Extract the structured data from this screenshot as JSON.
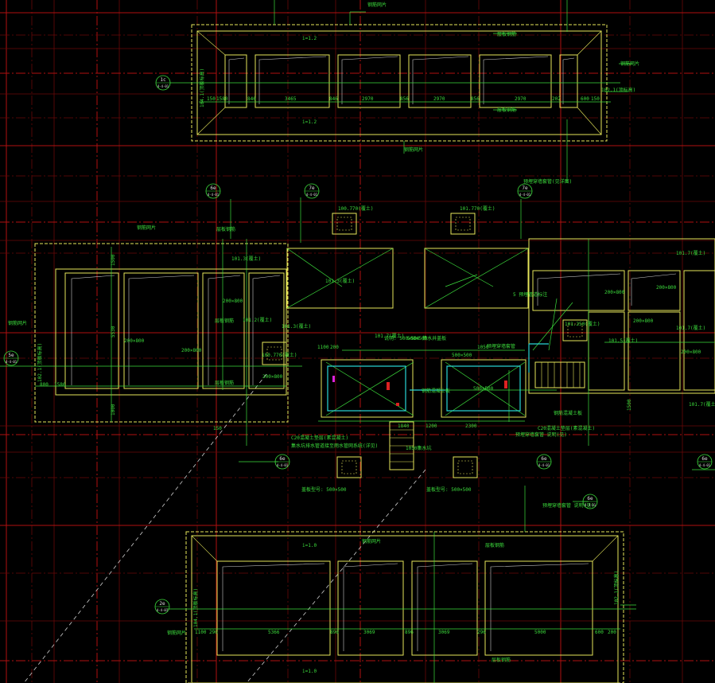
{
  "colors": {
    "background": "#000000",
    "grid_red": "#b01010",
    "grid_dark": "#6a0808",
    "outline_yellow": "#e6e65a",
    "dim_green": "#3cdc3c",
    "annotation_cyan": "#28d7d7",
    "white": "#e0e0e0",
    "magenta": "#dd22dd"
  },
  "sections": {
    "top": {
      "section_markers": [
        {
          "num": "1c",
          "ref": "4-4-01"
        }
      ],
      "dimensions": [
        "150",
        "1580",
        "846",
        "3465",
        "846",
        "2970",
        "856",
        "2970",
        "856",
        "2970",
        "202",
        "600",
        "150"
      ],
      "elevation_left": "104.1(顶板标高)",
      "elevation_right": "102.1(顶标高)",
      "labels": [
        "钢筋网片",
        "层板钢筋",
        "层板钢筋",
        "钢筋网片",
        "钢筋网片",
        "i=1.2",
        "i=1.2"
      ]
    },
    "middle": {
      "section_markers": [
        {
          "num": "6e",
          "ref": "4-4-01"
        },
        {
          "num": "7e",
          "ref": "4-4-01"
        },
        {
          "num": "7e",
          "ref": "4-4-01"
        },
        {
          "num": "5e",
          "ref": "4-4-01"
        },
        {
          "num": "6e",
          "ref": "4-4-01"
        },
        {
          "num": "6e",
          "ref": "4-4-01"
        },
        {
          "num": "6e",
          "ref": "4-4-01"
        }
      ],
      "elevations": [
        "100.770(覆土)",
        "101.770(覆土)",
        "101.3(覆土)",
        "101.3(覆土)",
        "101.2(覆土)",
        "101.3(覆土)",
        "101.7(覆土)",
        "100.770(覆土)",
        "101.250(覆土)",
        "101.7(覆土)",
        "101.5(覆土)",
        "101.7(覆土)",
        "102.1(顶板标高)",
        "101.7(覆土)"
      ],
      "sizes": [
        "200×800",
        "200×800",
        "200×800",
        "200×800",
        "200×800",
        "200×800",
        "200×800",
        "200×800",
        "500×500",
        "500×500",
        "500×500"
      ],
      "dimensions": [
        "5530",
        "800",
        "1586",
        "1500",
        "1000",
        "1200",
        "1840",
        "2300",
        "1050",
        "1100",
        "200",
        "1500",
        "150"
      ],
      "labels": [
        "钢筋网片",
        "层板钢筋",
        "钢筋网片",
        "层板钢筋",
        "层板钢筋",
        "C20混凝土垫层(素混凝土)",
        "C20混凝土垫层(素混凝土)",
        "钢筋混凝土板",
        "钢筋混凝土板",
        "预埋穿墙套管",
        "1050集水坑"
      ],
      "notes": [
        "集水坑排水管道接至雨水管网系统(详见)",
        "说明: 500×500 集水井盖板",
        "预埋穿墙套管 说明(见)",
        "盖板型号: 500×500",
        "预埋穿墙套管(见详图)",
        "5 预埋管道标注"
      ]
    },
    "bottom": {
      "section_markers": [
        {
          "num": "2e",
          "ref": "4-4-01"
        },
        {
          "num": "6e",
          "ref": "4-4-01"
        }
      ],
      "dimensions": [
        "1100",
        "296",
        "5366",
        "896",
        "3069",
        "896",
        "3069",
        "296",
        "5000",
        "600",
        "200"
      ],
      "elevation_left": "104.1(顶板标高)",
      "elevation_right": "102.1(顶标高)",
      "labels": [
        "钢筋网片",
        "层板钢筋",
        "钢筋网片",
        "层板钢筋",
        "i=1.0",
        "i=1.0"
      ],
      "notes": [
        "盖板型号: 500×500",
        "预埋穿墙套管 说明(见)"
      ]
    }
  }
}
